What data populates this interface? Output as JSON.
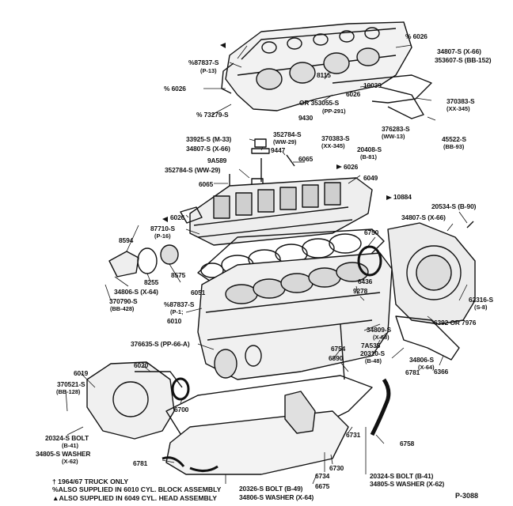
{
  "diagram": {
    "figure_code": "P-3088",
    "footnotes": [
      "† 1964/67 TRUCK ONLY",
      "%ALSO SUPPLIED IN 6010 CYL. BLOCK ASSEMBLY",
      "▲ALSO SUPPLIED IN 6049 CYL. HEAD ASSEMBLY"
    ],
    "callouts": {
      "p6026_a": "% 6026",
      "p34807_x66_a": "34807-S (X-66)",
      "p353607": "353607-S (BB-152)",
      "p87837_a": "%87837-S",
      "p87837_a_sub": "(P-13)",
      "p6026_b": "% 6026",
      "p73279": "% 73279-S",
      "p8115": "8115",
      "p10039": "10039",
      "p6026_c": "6026",
      "p353055": "OR 353055-S",
      "p353055_sub": "(PP-291)",
      "p9430": "9430",
      "p370383_a": "370383-S",
      "p370383_a_sub": "(XX-345)",
      "p33925": "33925-S (M-33)",
      "p352784_a": "352784-S",
      "p352784_a_sub": "(WW-29)",
      "p34807_x66_b": "34807-S (X-66)",
      "p9447": "9447",
      "p370383_b": "370383-S",
      "p370383_b_sub": "(XX-345)",
      "p376283": "376283-S",
      "p376283_sub": "(WW-13)",
      "p45522": "45522-S",
      "p45522_sub": "(BB-93)",
      "p20408": "20408-S",
      "p20408_sub": "(B-81)",
      "p9a589": "9A589",
      "p6065_a": "6065",
      "p6026_d": "6026",
      "p352784_b": "352784-S (WW-29)",
      "p6049": "6049",
      "p6065_b": "6065",
      "p10884": "10884",
      "p6026_e": "6026",
      "p20534": "20534-S (B-90)",
      "p34807_x66_c": "34807-S (X-66)",
      "p87710": "87710-S",
      "p87710_sub": "(P-16)",
      "p8594": "8594",
      "p6750": "6750",
      "p8255": "8255",
      "p8575": "8575",
      "p34806_a": "34806-S (X-64)",
      "p6051": "6051",
      "p6436": "6436",
      "p9278": "9278",
      "p370790": "370790-S",
      "p370790_sub": "(BB-428)",
      "p87837_b": "%87837-S",
      "p87837_b_sub": "(P-1;",
      "p6010": "6010",
      "p62316": "62316-S",
      "p62316_sub": "(S-8)",
      "p6392": "6392 OR 7976",
      "p34809": "34809-S",
      "p34809_sub": "(X-68)",
      "p7a535": "7A535",
      "p20310": "20310-S",
      "p20310_sub": "(B-48)",
      "p376635": "376635-S (PP-66-A)",
      "p6754": "6754",
      "p6890": "6890",
      "p34806_b": "34806-S",
      "p34806_b_sub": "(X-64)",
      "p6781_a": "6781",
      "p6366": "6366",
      "p6019": "6019",
      "p6020": "6020",
      "p370521": "370521-S",
      "p370521_sub": "(BB-128)",
      "p6700": "6700",
      "p20324_a": "20324-S BOLT",
      "p20324_a_sub": "(B-41)",
      "p34805_a": "34805-S WASHER",
      "p34805_a_sub": "(X-62)",
      "p6731": "6731",
      "p6758": "6758",
      "p6781_b": "6781",
      "p6734": "6734",
      "p6730": "6730",
      "p6675": "6675",
      "p20324_b": "20324-S BOLT (B-41)",
      "p34805_b": "34805-S WASHER (X-62)",
      "p20326": "20326-S BOLT (B-49)",
      "p34806_c": "34806-S WASHER (X-64)"
    }
  }
}
